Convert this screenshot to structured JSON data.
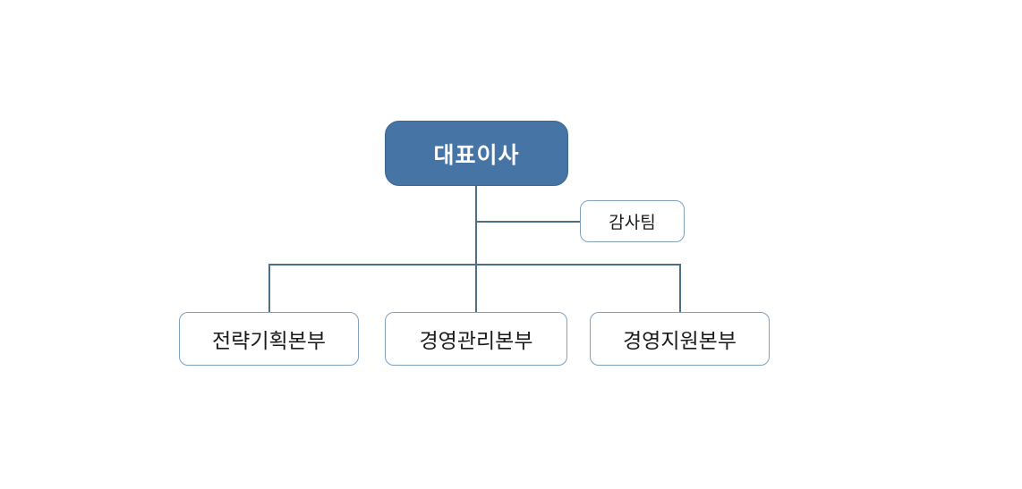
{
  "org_chart": {
    "root": {
      "label": "대표이사"
    },
    "staff": {
      "label": "감사팀"
    },
    "divisions": [
      {
        "label": "전략기획본부"
      },
      {
        "label": "경영관리본부"
      },
      {
        "label": "경영지원본부"
      }
    ]
  },
  "colors": {
    "background": "#FFFFFF",
    "root_fill": "#4674A4",
    "root_border": "#3C6690",
    "root_text": "#FFFFFF",
    "node_fill": "#FFFFFF",
    "node_border": "#7DA0BE",
    "node_text": "#1A1A1A",
    "connector": "#4E7086"
  }
}
